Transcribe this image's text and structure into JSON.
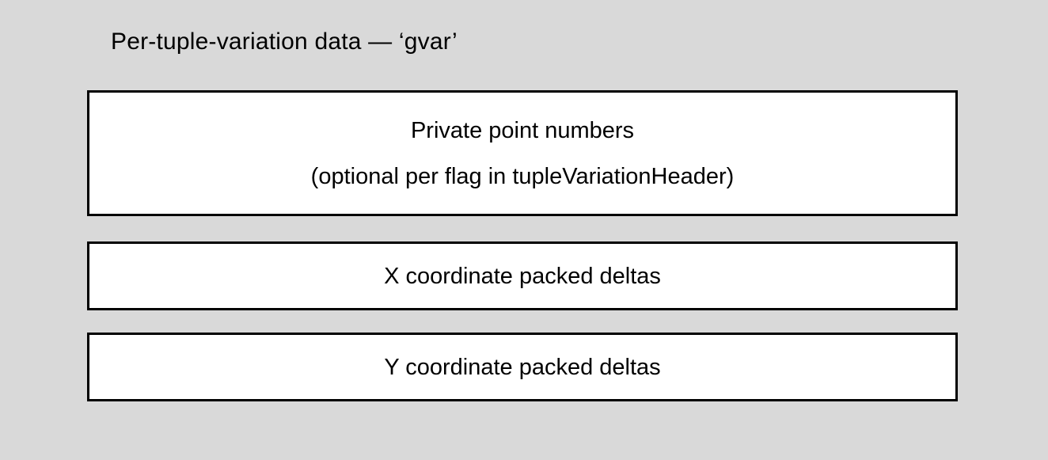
{
  "diagram": {
    "title": "Per-tuple-variation data — ‘gvar’",
    "colors": {
      "background": "#d9d9d9",
      "box_fill": "#ffffff",
      "box_border": "#000000",
      "text": "#000000"
    },
    "boxes": [
      {
        "id": "private-point-numbers",
        "lines": [
          "Private point numbers",
          "(optional per flag in tupleVariationHeader)"
        ]
      },
      {
        "id": "x-coordinate-packed-deltas",
        "lines": [
          "X coordinate packed deltas"
        ]
      },
      {
        "id": "y-coordinate-packed-deltas",
        "lines": [
          "Y coordinate packed deltas"
        ]
      }
    ]
  }
}
